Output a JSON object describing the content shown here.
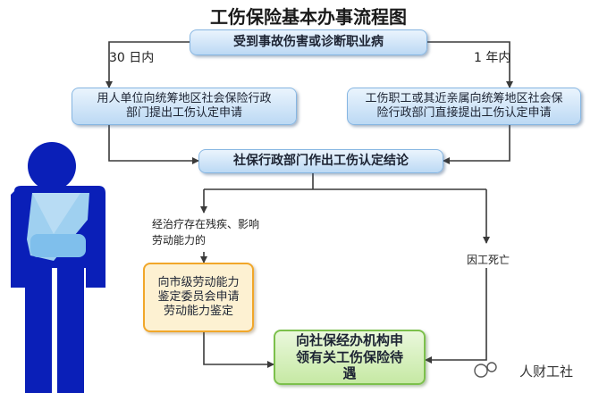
{
  "title": "工伤保险基本办事流程图",
  "nodes": {
    "accident": "受到事故伤害或诊断职业病",
    "employer_apply": "用人单位向统筹地区社会保险行政部门提出工伤认定申请",
    "worker_apply": "工伤职工或其近亲属向统筹地区社会保险行政部门直接提出工伤认定申请",
    "conclusion": "社保行政部门作出工伤认定结论",
    "disability_assessment": "向市级劳动能力鉴定委员会申请劳动能力鉴定",
    "benefits": "向社保经办机构申领有关工伤保险待遇"
  },
  "labels": {
    "within_30_days": "30 日内",
    "within_1_year": "1 年内",
    "residual_disability": "经治疗存在残疾、影响劳动能力的",
    "work_death": "因工死亡"
  },
  "watermark": "人财工社",
  "colors": {
    "figure_blue": "#0a1fb8",
    "sling_blue": "#9fd0f0",
    "box_blue_border": "#86b6e2",
    "box_orange_border": "#f1a72a",
    "box_green_border": "#7cc04c",
    "arrow": "#3a3a3a"
  }
}
